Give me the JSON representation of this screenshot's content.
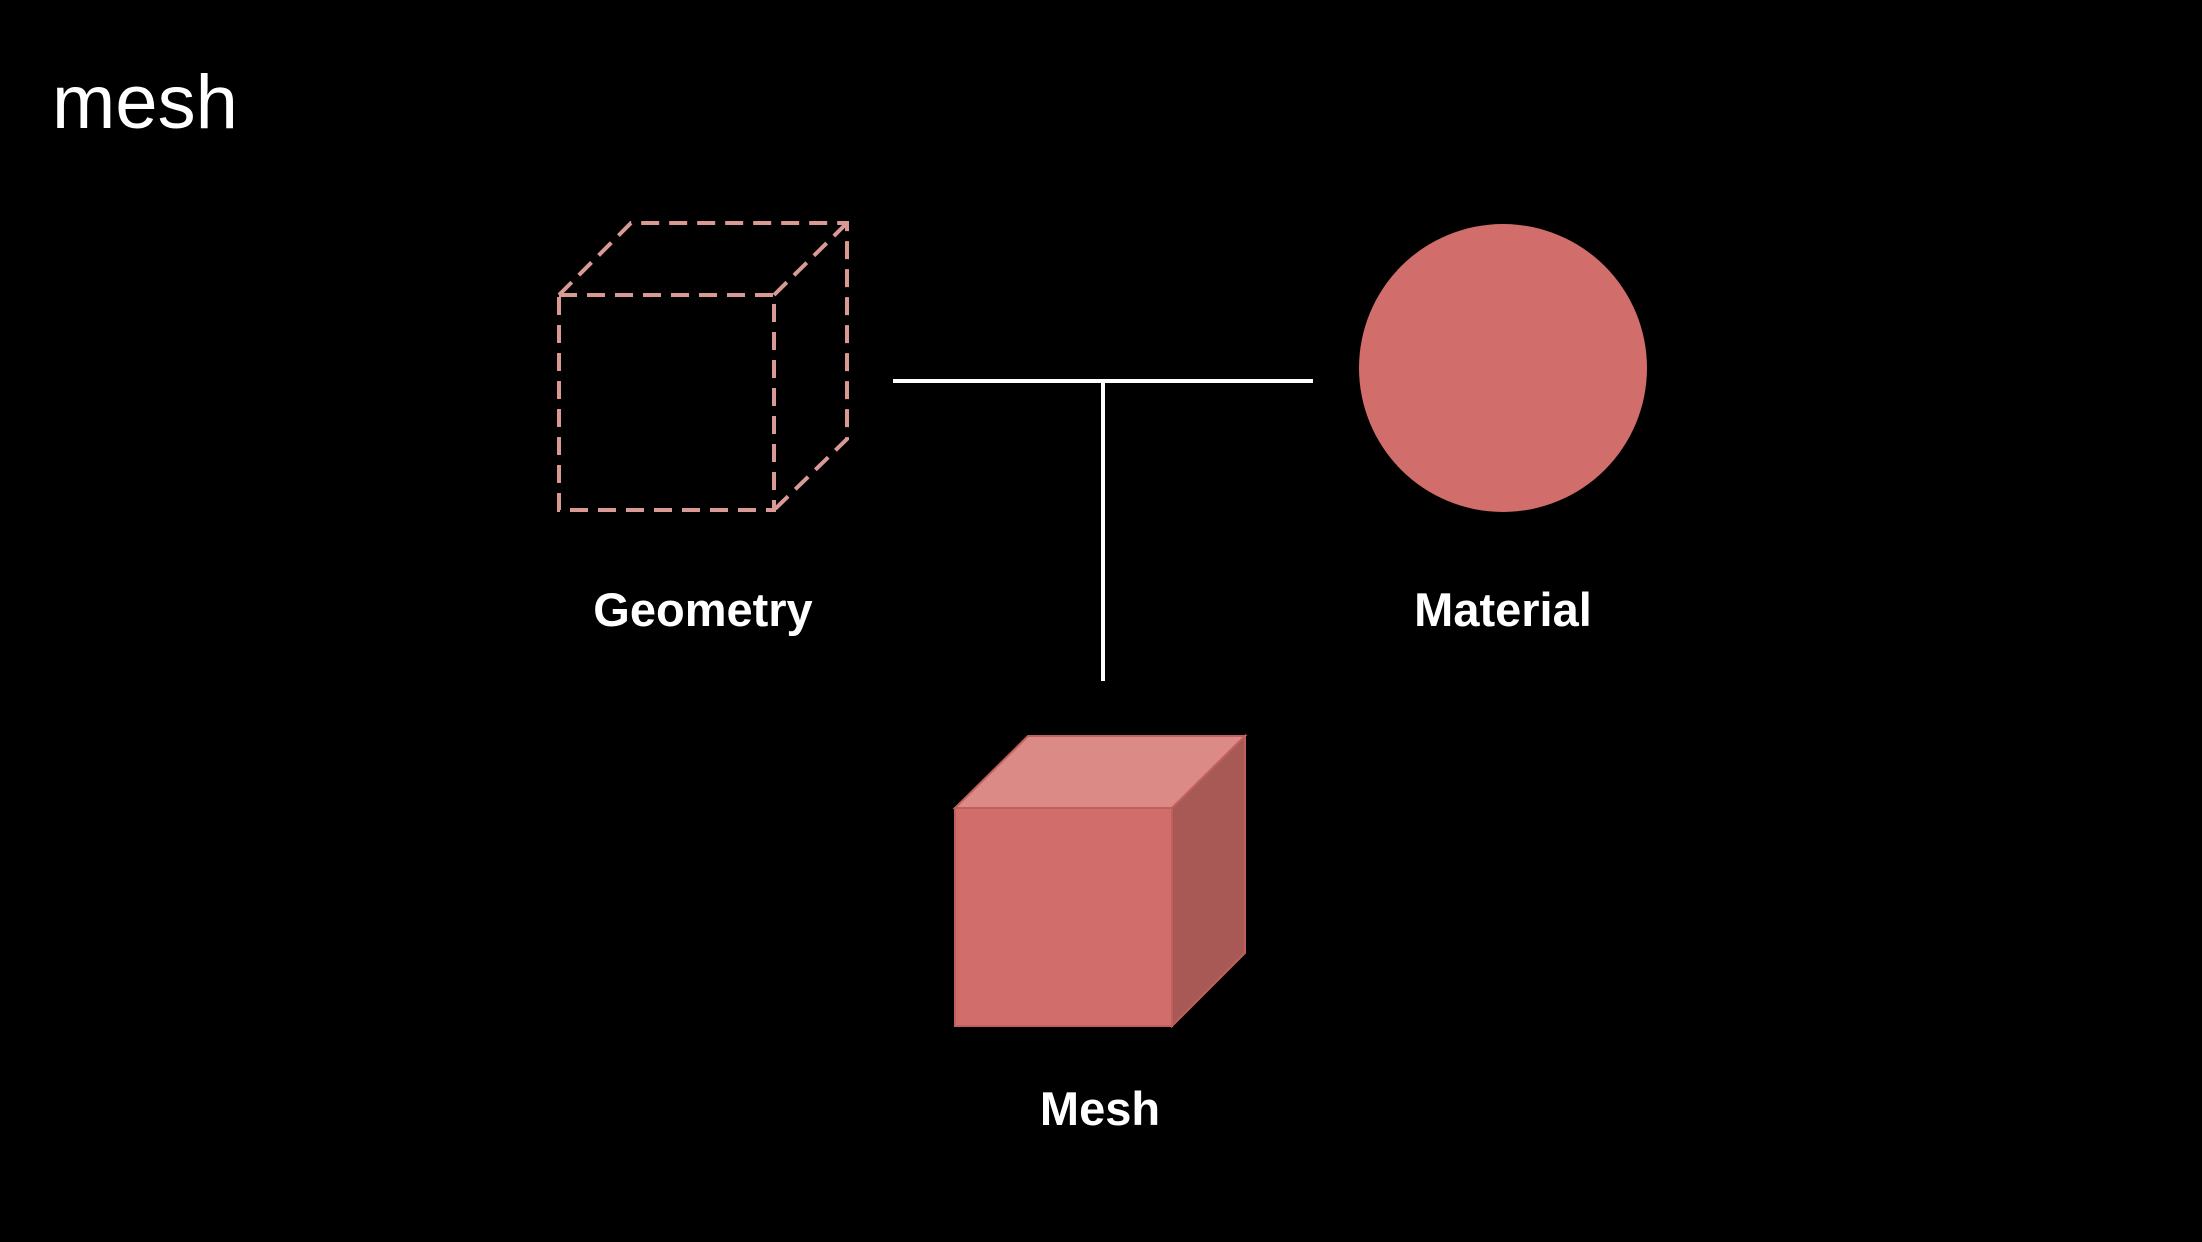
{
  "title": "mesh",
  "nodes": {
    "geometry": {
      "label": "Geometry",
      "icon": "wireframe-cube-icon"
    },
    "material": {
      "label": "Material",
      "icon": "filled-circle-icon"
    },
    "mesh": {
      "label": "Mesh",
      "icon": "solid-cube-icon"
    }
  },
  "colors": {
    "background": "#000000",
    "text": "#ffffff",
    "connector": "#ffffff",
    "accent": "#d16e6b",
    "accent_light": "#db8a86",
    "accent_dark": "#a85956",
    "wireframe": "#d99a96"
  }
}
